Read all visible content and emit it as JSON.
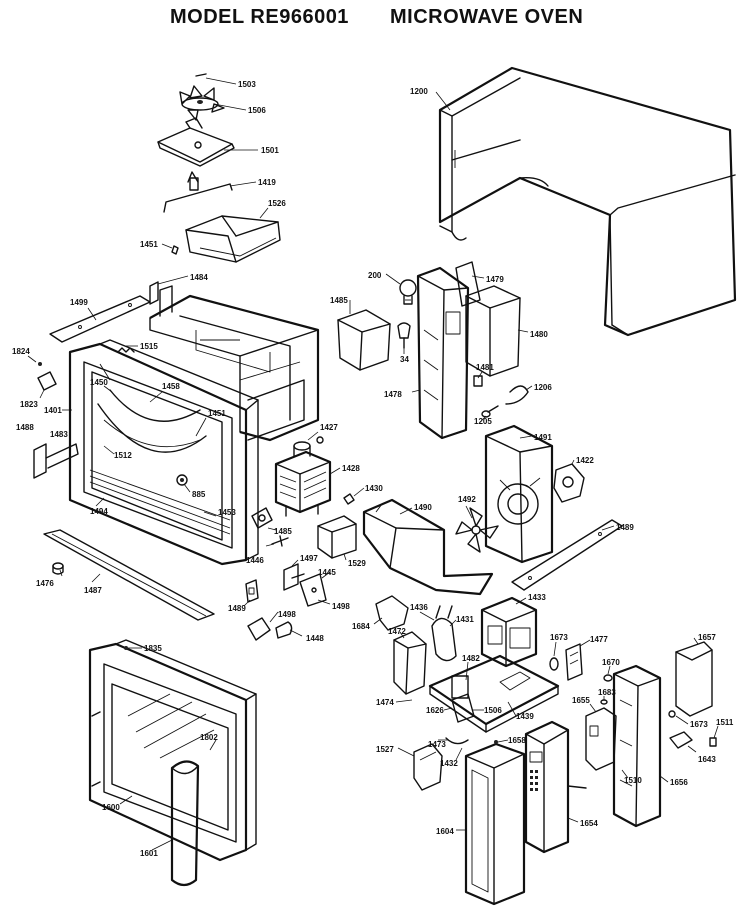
{
  "header": {
    "model_label": "MODEL RE966001",
    "product_label": "MICROWAVE OVEN"
  },
  "parts": [
    {
      "id": "p1503",
      "label": "1503"
    },
    {
      "id": "p1506a",
      "label": "1506"
    },
    {
      "id": "p1501",
      "label": "1501"
    },
    {
      "id": "p1419",
      "label": "1419"
    },
    {
      "id": "p1526",
      "label": "1526"
    },
    {
      "id": "p1451a",
      "label": "1451"
    },
    {
      "id": "p1484",
      "label": "1484"
    },
    {
      "id": "p1499",
      "label": "1499"
    },
    {
      "id": "p1824",
      "label": "1824"
    },
    {
      "id": "p1515",
      "label": "1515"
    },
    {
      "id": "p1823",
      "label": "1823"
    },
    {
      "id": "p1401",
      "label": "1401"
    },
    {
      "id": "p1450",
      "label": "1450"
    },
    {
      "id": "p1458",
      "label": "1458"
    },
    {
      "id": "p1488",
      "label": "1488"
    },
    {
      "id": "p1483",
      "label": "1483"
    },
    {
      "id": "p1451b",
      "label": "1451"
    },
    {
      "id": "p1512",
      "label": "1512"
    },
    {
      "id": "p1427",
      "label": "1427"
    },
    {
      "id": "p1428",
      "label": "1428"
    },
    {
      "id": "p885",
      "label": "885"
    },
    {
      "id": "p1494",
      "label": "1494"
    },
    {
      "id": "p1453",
      "label": "1453"
    },
    {
      "id": "p1430",
      "label": "1430"
    },
    {
      "id": "p1485b",
      "label": "1485"
    },
    {
      "id": "p1446",
      "label": "1446"
    },
    {
      "id": "p1497",
      "label": "1497"
    },
    {
      "id": "p1529",
      "label": "1529"
    },
    {
      "id": "p1445",
      "label": "1445"
    },
    {
      "id": "p1476",
      "label": "1476"
    },
    {
      "id": "p1487",
      "label": "1487"
    },
    {
      "id": "p1489a",
      "label": "1489"
    },
    {
      "id": "p1498a",
      "label": "1498"
    },
    {
      "id": "p1498b",
      "label": "1498"
    },
    {
      "id": "p1448",
      "label": "1448"
    },
    {
      "id": "p1200",
      "label": "1200"
    },
    {
      "id": "p200",
      "label": "200"
    },
    {
      "id": "p1479",
      "label": "1479"
    },
    {
      "id": "p1485a",
      "label": "1485"
    },
    {
      "id": "p1480",
      "label": "1480"
    },
    {
      "id": "p34",
      "label": "34"
    },
    {
      "id": "p1481",
      "label": "1481"
    },
    {
      "id": "p1206",
      "label": "1206"
    },
    {
      "id": "p1478",
      "label": "1478"
    },
    {
      "id": "p1205",
      "label": "1205"
    },
    {
      "id": "p1491",
      "label": "1491"
    },
    {
      "id": "p1422",
      "label": "1422"
    },
    {
      "id": "p1490",
      "label": "1490"
    },
    {
      "id": "p1492",
      "label": "1492"
    },
    {
      "id": "p1489b",
      "label": "1489"
    },
    {
      "id": "p1684",
      "label": "1684"
    },
    {
      "id": "p1436",
      "label": "1436"
    },
    {
      "id": "p1433",
      "label": "1433"
    },
    {
      "id": "p1472",
      "label": "1472"
    },
    {
      "id": "p1431",
      "label": "1431"
    },
    {
      "id": "p1673a",
      "label": "1673"
    },
    {
      "id": "p1477",
      "label": "1477"
    },
    {
      "id": "p1657",
      "label": "1657"
    },
    {
      "id": "p1835",
      "label": "1835"
    },
    {
      "id": "p1482",
      "label": "1482"
    },
    {
      "id": "p1670",
      "label": "1670"
    },
    {
      "id": "p1474",
      "label": "1474"
    },
    {
      "id": "p1626",
      "label": "1626"
    },
    {
      "id": "p1506b",
      "label": "1506"
    },
    {
      "id": "p1439",
      "label": "1439"
    },
    {
      "id": "p1655",
      "label": "1655"
    },
    {
      "id": "p1683",
      "label": "1683"
    },
    {
      "id": "p1673b",
      "label": "1673"
    },
    {
      "id": "p1511",
      "label": "1511"
    },
    {
      "id": "p1802",
      "label": "1802"
    },
    {
      "id": "p1527",
      "label": "1527"
    },
    {
      "id": "p1473",
      "label": "1473"
    },
    {
      "id": "p1432",
      "label": "1432"
    },
    {
      "id": "p1658",
      "label": "1658"
    },
    {
      "id": "p1643",
      "label": "1643"
    },
    {
      "id": "p1510",
      "label": "1510"
    },
    {
      "id": "p1600",
      "label": "1600"
    },
    {
      "id": "p1656",
      "label": "1656"
    },
    {
      "id": "p1654",
      "label": "1654"
    },
    {
      "id": "p1604",
      "label": "1604"
    },
    {
      "id": "p1601",
      "label": "1601"
    }
  ]
}
